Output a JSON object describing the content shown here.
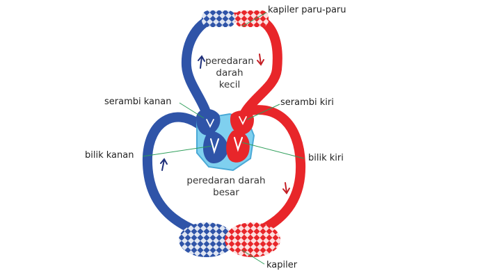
{
  "labels": {
    "pulmonary_capillary": "kapiler paru-paru",
    "right_atrium": "serambi kanan",
    "left_atrium": "serambi kiri",
    "right_ventricle": "bilik kanan",
    "left_ventricle": "bilik kiri",
    "systemic_capillary": "kapiler"
  },
  "circulation": {
    "pulmonary_lines": [
      "peredaran",
      "darah",
      "kecil"
    ],
    "systemic_lines": [
      "peredaran darah",
      "besar"
    ]
  },
  "colors": {
    "deoxygenated": "#2f54a8",
    "oxygenated": "#e8262a",
    "heart_sac": "#7fd0ef",
    "label_line": "#2e9e5a",
    "arrow_blue": "#1f2f7a",
    "arrow_red": "#c41e24"
  }
}
